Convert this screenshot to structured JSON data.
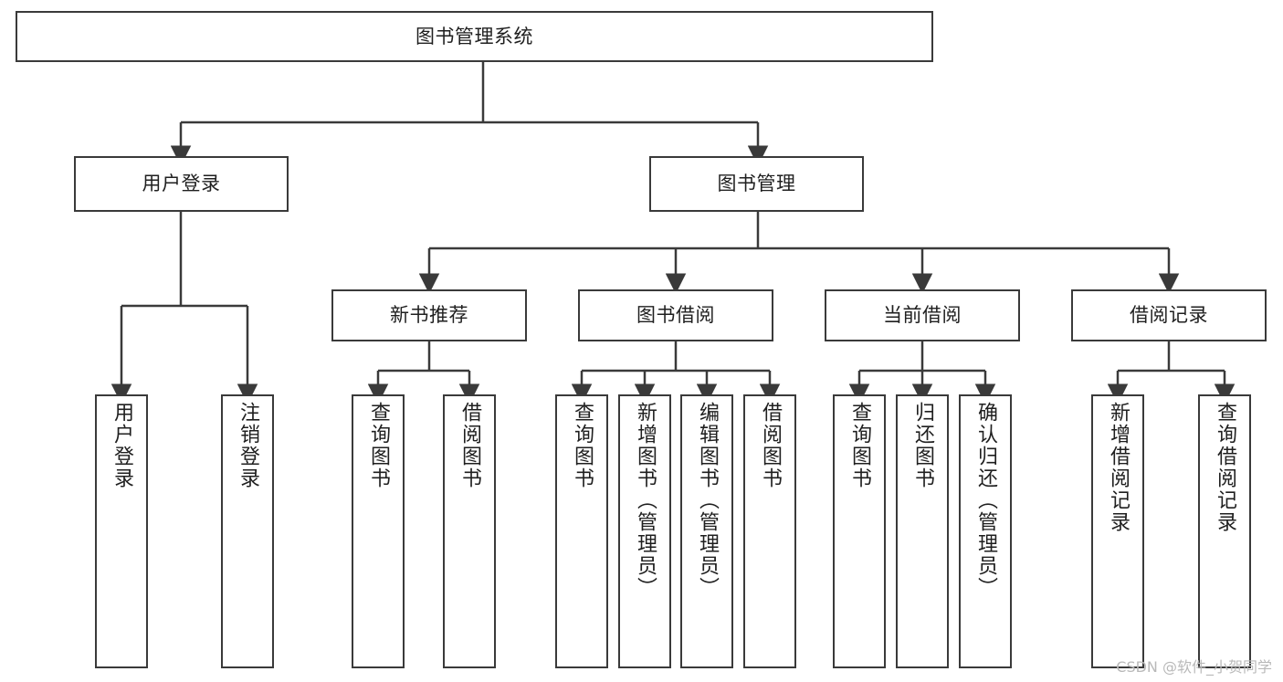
{
  "diagram": {
    "title": "图书管理系统",
    "type": "hierarchy-tree",
    "watermark": "CSDN @软件_小贺同学",
    "colors": {
      "border": "#3a3a3a",
      "fill": "#ffffff",
      "text": "#1f1f1f",
      "edge": "#3a3a3a",
      "watermark": "#b9b9b9"
    },
    "nodes": {
      "root": {
        "label": "图书管理系统",
        "level": 0,
        "orientation": "horizontal"
      },
      "l1": [
        {
          "id": "user-login",
          "label": "用户登录",
          "orientation": "horizontal"
        },
        {
          "id": "book-manage",
          "label": "图书管理",
          "orientation": "horizontal"
        }
      ],
      "l2": [
        {
          "id": "new-book-recommend",
          "label": "新书推荐",
          "orientation": "horizontal",
          "parent": "book-manage"
        },
        {
          "id": "book-borrow",
          "label": "图书借阅",
          "orientation": "horizontal",
          "parent": "book-manage"
        },
        {
          "id": "current-borrow",
          "label": "当前借阅",
          "orientation": "horizontal",
          "parent": "book-manage"
        },
        {
          "id": "borrow-record",
          "label": "借阅记录",
          "orientation": "horizontal",
          "parent": "book-manage"
        }
      ],
      "leaves": [
        {
          "id": "leaf-user-login",
          "label": "用户登录",
          "parent": "user-login"
        },
        {
          "id": "leaf-user-logout",
          "label": "注销登录",
          "parent": "user-login"
        },
        {
          "id": "leaf-query-book-1",
          "label": "查询图书",
          "parent": "new-book-recommend"
        },
        {
          "id": "leaf-borrow-book-1",
          "label": "借阅图书",
          "parent": "new-book-recommend"
        },
        {
          "id": "leaf-query-book-2",
          "label": "查询图书",
          "parent": "book-borrow"
        },
        {
          "id": "leaf-add-book",
          "label": "新增图书（管理员）",
          "parent": "book-borrow"
        },
        {
          "id": "leaf-edit-book",
          "label": "编辑图书（管理员）",
          "parent": "book-borrow"
        },
        {
          "id": "leaf-borrow-book-2",
          "label": "借阅图书",
          "parent": "book-borrow"
        },
        {
          "id": "leaf-query-book-3",
          "label": "查询图书",
          "parent": "current-borrow"
        },
        {
          "id": "leaf-return-book",
          "label": "归还图书",
          "parent": "current-borrow"
        },
        {
          "id": "leaf-confirm-return",
          "label": "确认归还（管理员）",
          "parent": "current-borrow"
        },
        {
          "id": "leaf-add-record",
          "label": "新增借阅记录",
          "parent": "borrow-record"
        },
        {
          "id": "leaf-query-record",
          "label": "查询借阅记录",
          "parent": "borrow-record"
        }
      ]
    }
  }
}
